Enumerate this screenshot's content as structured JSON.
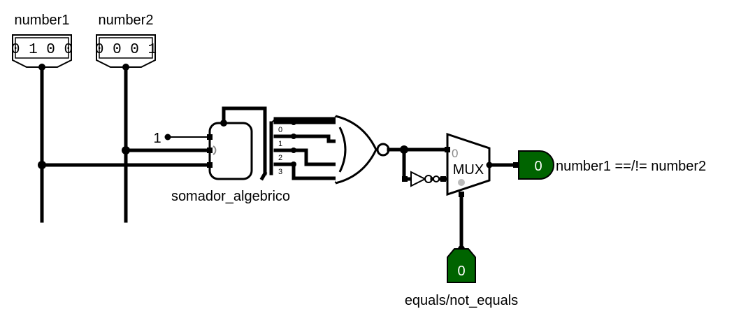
{
  "inputs": {
    "number1": {
      "label": "number1",
      "value": "0 1 0 0"
    },
    "number2": {
      "label": "number2",
      "value": "0 0 0 1"
    }
  },
  "constant": {
    "value": "1"
  },
  "adder": {
    "label": "somador_algebrico"
  },
  "splitter": {
    "bit_labels": [
      "0",
      "1",
      "2",
      "3"
    ]
  },
  "mux": {
    "label": "MUX",
    "input0_label": "0"
  },
  "output": {
    "value": "0",
    "label": "number1 ==/!= number2",
    "color": "#006400"
  },
  "select_input": {
    "value": "0",
    "label": "equals/not_equals",
    "color": "#006400"
  }
}
